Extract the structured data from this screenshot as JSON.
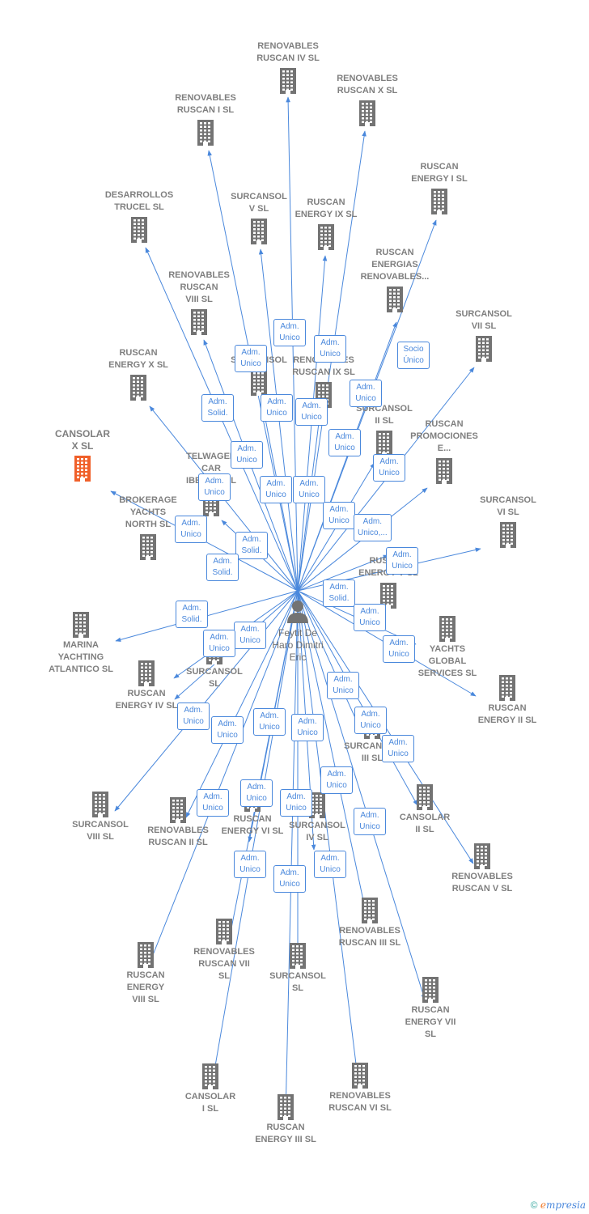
{
  "colors": {
    "edge": "#4a88dc",
    "building": "#737373",
    "highlight": "#f0602a",
    "label": "#7f7f7f"
  },
  "center": {
    "name": "Feytit De\nHaro Dimitri\nEric",
    "icon": "person-icon"
  },
  "nodes": [
    {
      "id": "ren-ruscan-iv",
      "label": "RENOVABLES\nRUSCAN IV  SL"
    },
    {
      "id": "ren-ruscan-x",
      "label": "RENOVABLES\nRUSCAN X  SL"
    },
    {
      "id": "ren-ruscan-i",
      "label": "RENOVABLES\nRUSCAN I  SL"
    },
    {
      "id": "ruscan-energy-i",
      "label": "RUSCAN\nENERGY I  SL"
    },
    {
      "id": "desarrollos-trucel",
      "label": "DESARROLLOS\nTRUCEL  SL"
    },
    {
      "id": "surcansol-v",
      "label": "SURCANSOL\nV  SL"
    },
    {
      "id": "ruscan-energy-ix",
      "label": "RUSCAN\nENERGY IX  SL"
    },
    {
      "id": "ruscan-energias-ren",
      "label": "RUSCAN\nENERGIAS\nRENOVABLES..."
    },
    {
      "id": "ren-ruscan-viii",
      "label": "RENOVABLES\nRUSCAN\nVIII  SL"
    },
    {
      "id": "surcansol-vii",
      "label": "SURCANSOL\nVII  SL"
    },
    {
      "id": "ruscan-energy-x",
      "label": "RUSCAN\nENERGY X  SL"
    },
    {
      "id": "surcansol-sl-top",
      "label": "SURCANSOL"
    },
    {
      "id": "ren-ruscan-ix",
      "label": "RENOVABLES\nRUSCAN IX  SL"
    },
    {
      "id": "cansolar-x",
      "label": "CANSOLAR\nX  SL",
      "highlight": true
    },
    {
      "id": "surcansol-ii",
      "label": "SURCANSOL\nII  SL"
    },
    {
      "id": "ruscan-promociones",
      "label": "RUSCAN\nPROMOCIONES\nE..."
    },
    {
      "id": "telwagen",
      "label": "TELWAGEN\nCAR\nIBERICA  SL"
    },
    {
      "id": "brokerage-yachts",
      "label": "BROKERAGE\nYACHTS\nNORTH  SL"
    },
    {
      "id": "surcansol-vi",
      "label": "SURCANSOL\nVI  SL"
    },
    {
      "id": "ruscan-energy-v",
      "label": "RUSCAN\nENERGY V  SL"
    },
    {
      "id": "marina-yachting",
      "label": "MARINA\nYACHTING\nATLANTICO  SL"
    },
    {
      "id": "yachts-global",
      "label": "YACHTS\nGLOBAL\nSERVICES  SL"
    },
    {
      "id": "surcansol-iv-mid",
      "label": "SURCANSOL\nSL"
    },
    {
      "id": "ruscan-energy-iv",
      "label": "RUSCAN\nENERGY IV  SL"
    },
    {
      "id": "ruscan-energy-ii",
      "label": "RUSCAN\nENERGY II  SL"
    },
    {
      "id": "surcansol-iii",
      "label": "SURCANSOL\nIII  SL"
    },
    {
      "id": "surcansol-viii",
      "label": "SURCANSOL\nVIII  SL"
    },
    {
      "id": "ren-ruscan-ii",
      "label": "RENOVABLES\nRUSCAN II  SL"
    },
    {
      "id": "ruscan-energy-vi",
      "label": "RUSCAN\nENERGY VI  SL"
    },
    {
      "id": "surcansol-iv",
      "label": "SURCANSOL\nIV  SL"
    },
    {
      "id": "cansolar-ii",
      "label": "CANSOLAR\nII  SL"
    },
    {
      "id": "ren-ruscan-v",
      "label": "RENOVABLES\nRUSCAN V  SL"
    },
    {
      "id": "ren-ruscan-iii",
      "label": "RENOVABLES\nRUSCAN III  SL"
    },
    {
      "id": "ruscan-energy-viii",
      "label": "RUSCAN\nENERGY\nVIII  SL"
    },
    {
      "id": "ren-ruscan-vii",
      "label": "RENOVABLES\nRUSCAN VII\nSL"
    },
    {
      "id": "surcansol-sl",
      "label": "SURCANSOL\nSL"
    },
    {
      "id": "ruscan-energy-vii",
      "label": "RUSCAN\nENERGY VII\nSL"
    },
    {
      "id": "cansolar-i",
      "label": "CANSOLAR\nI  SL"
    },
    {
      "id": "ren-ruscan-vi",
      "label": "RENOVABLES\nRUSCAN VI  SL"
    },
    {
      "id": "ruscan-energy-iii",
      "label": "RUSCAN\nENERGY III  SL"
    }
  ],
  "edge_labels": [
    "Adm.\nUnico",
    "Adm.\nUnico",
    "Adm.\nUnico",
    "Socio\nÚnico",
    "Adm.\nSolid.",
    "Adm.\nUnico",
    "Adm.\nUnico",
    "Adm.\nUnico",
    "Adm.\nUnico",
    "Adm.\nUnico",
    "Adm.\nUnico",
    "Adm.\nUnico",
    "Adm.\nUnico",
    "Adm.\nUnico",
    "Adm.\nUnico",
    "Adm.\nUnico,...",
    "Adm.\nUnico",
    "Adm.\nSolid.",
    "Adm.\nSolid.",
    "Adm.\nUnico",
    "Adm.\nSolid.",
    "Adm.\nSolid.",
    "Adm.\nUnico",
    "Adm.\nUnico",
    "Adm.\nUnico",
    "Adm.\nUnico",
    "Adm.\nUnico",
    "Adm.\nUnico",
    "Adm.\nUnico",
    "Adm.\nUnico",
    "Adm.\nUnico",
    "Adm.\nUnico",
    "Adm.\nUnico",
    "Adm.\nUnico",
    "Adm.\nUnico",
    "Adm.\nUnico",
    "Adm.\nUnico",
    "Adm.\nUnico",
    "Adm.\nUnico",
    "Adm.\nUnico",
    "Adm.\nUnico"
  ],
  "footer": {
    "copyright": "©",
    "brand_first": "e",
    "brand_rest": "mpresia"
  }
}
